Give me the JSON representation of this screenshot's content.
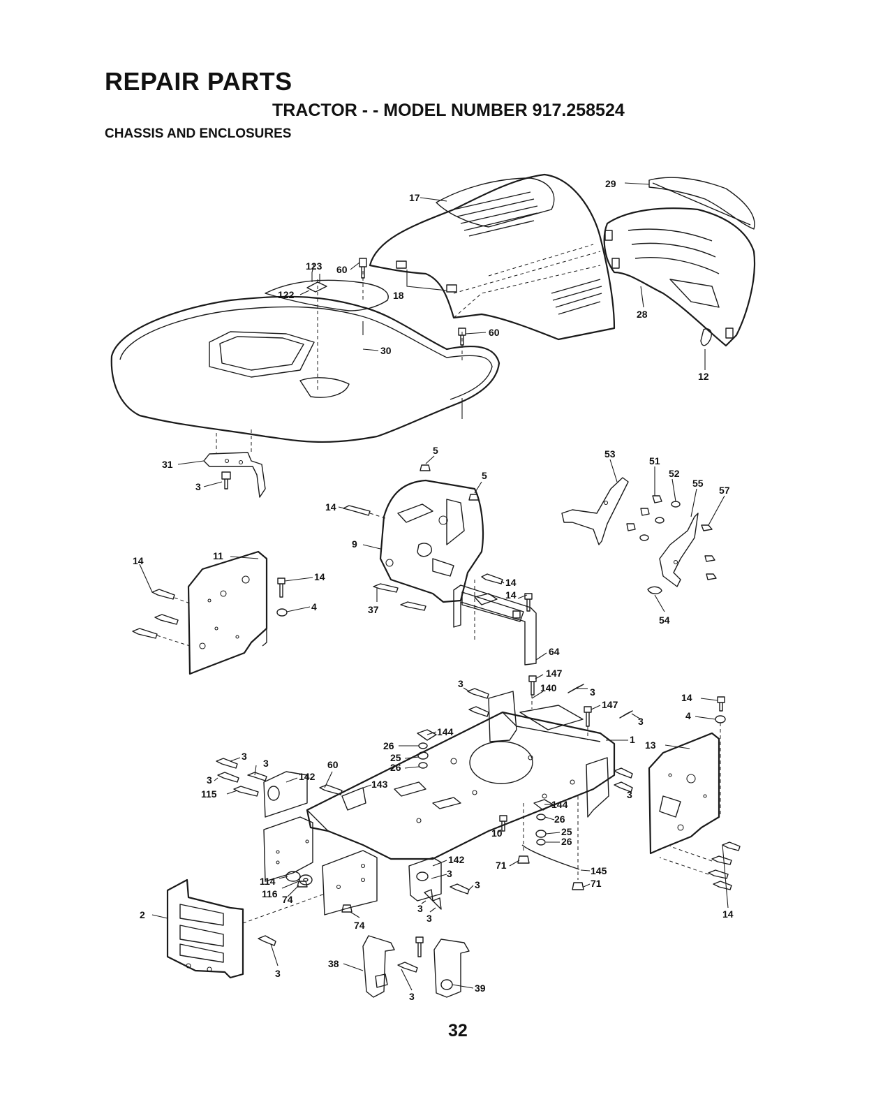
{
  "header": {
    "title": "REPAIR PARTS",
    "subtitle": "TRACTOR - - MODEL NUMBER 917.258524",
    "section": "CHASSIS AND ENCLOSURES"
  },
  "callouts": [
    "1",
    "2",
    "3",
    "4",
    "5",
    "9",
    "10",
    "11",
    "12",
    "13",
    "14",
    "17",
    "18",
    "25",
    "26",
    "28",
    "29",
    "30",
    "31",
    "37",
    "38",
    "39",
    "51",
    "52",
    "53",
    "54",
    "55",
    "57",
    "60",
    "64",
    "71",
    "74",
    "114",
    "115",
    "116",
    "122",
    "123",
    "140",
    "142",
    "143",
    "144",
    "145",
    "147"
  ],
  "page_number": "32"
}
